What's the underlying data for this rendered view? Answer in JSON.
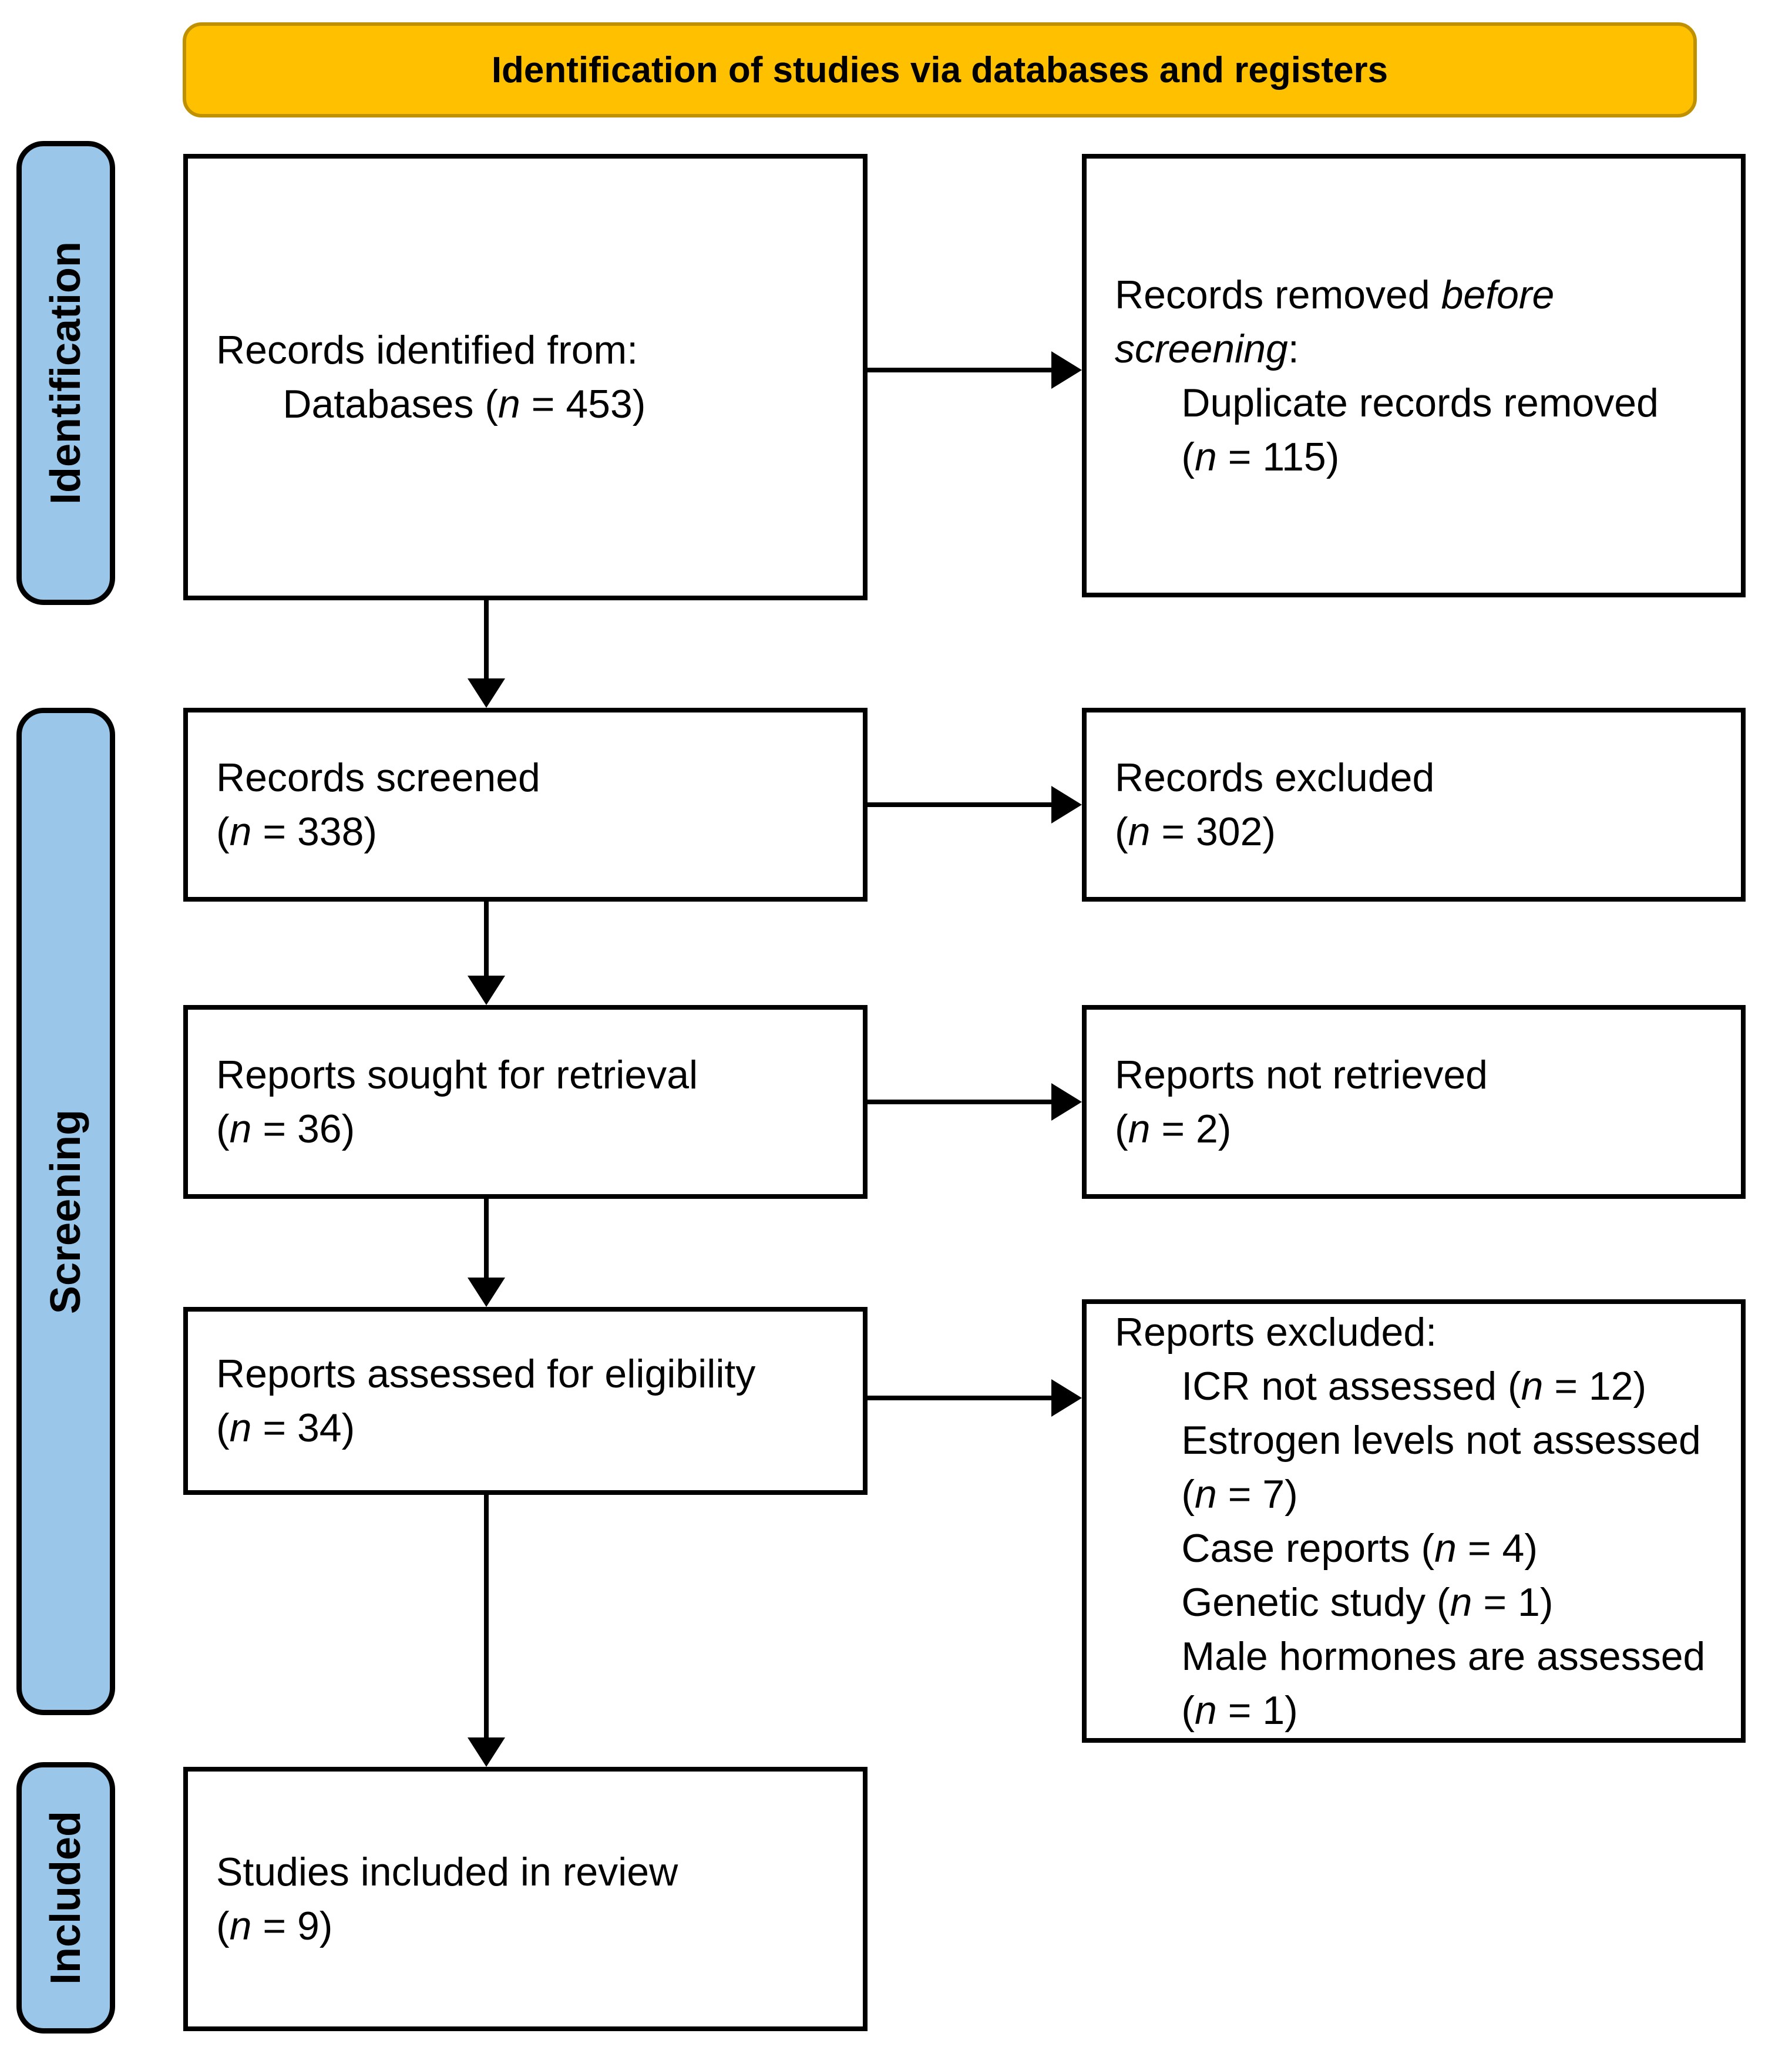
{
  "banner": {
    "title": "Identification of studies via databases and registers"
  },
  "palette": {
    "banner_fill": "#FFC000",
    "banner_border": "#BF9000",
    "stage_fill": "#9AC7E9"
  },
  "stages": {
    "identification": "Identification",
    "screening": "Screening",
    "included": "Included"
  },
  "boxes": {
    "records_identified": [
      {
        "t": "Records identified from:\n      Databases ("
      },
      {
        "t": "n",
        "i": 1
      },
      {
        "t": " = 453)"
      }
    ],
    "records_removed": [
      {
        "t": "Records removed "
      },
      {
        "t": "before",
        "i": 1
      },
      {
        "t": "\n"
      },
      {
        "t": "screening",
        "i": 1
      },
      {
        "t": ":\n      Duplicate records removed\n      ("
      },
      {
        "t": "n",
        "i": 1
      },
      {
        "t": " = 115)"
      }
    ],
    "records_screened": [
      {
        "t": "Records screened\n("
      },
      {
        "t": "n",
        "i": 1
      },
      {
        "t": " = 338)"
      }
    ],
    "records_excluded": [
      {
        "t": "Records excluded\n("
      },
      {
        "t": "n",
        "i": 1
      },
      {
        "t": " = 302)"
      }
    ],
    "reports_sought": [
      {
        "t": "Reports sought for retrieval\n("
      },
      {
        "t": "n",
        "i": 1
      },
      {
        "t": " = 36)"
      }
    ],
    "reports_not_retrieved": [
      {
        "t": "Reports not retrieved\n("
      },
      {
        "t": "n",
        "i": 1
      },
      {
        "t": " = 2)"
      }
    ],
    "reports_assessed": [
      {
        "t": "Reports assessed for eligibility\n("
      },
      {
        "t": "n",
        "i": 1
      },
      {
        "t": " = 34)"
      }
    ],
    "reports_excluded": [
      {
        "t": "Reports excluded:\n      ICR not assessed ("
      },
      {
        "t": "n",
        "i": 1
      },
      {
        "t": " = 12)\n      Estrogen levels not assessed\n      ("
      },
      {
        "t": "n",
        "i": 1
      },
      {
        "t": " = 7)\n      Case reports ("
      },
      {
        "t": "n",
        "i": 1
      },
      {
        "t": " = 4)\n      Genetic study ("
      },
      {
        "t": "n",
        "i": 1
      },
      {
        "t": " = 1)\n      Male hormones are assessed\n      ("
      },
      {
        "t": "n",
        "i": 1
      },
      {
        "t": " = 1)"
      }
    ],
    "studies_included": [
      {
        "t": "Studies included in review\n("
      },
      {
        "t": "n",
        "i": 1
      },
      {
        "t": " = 9)"
      }
    ]
  }
}
